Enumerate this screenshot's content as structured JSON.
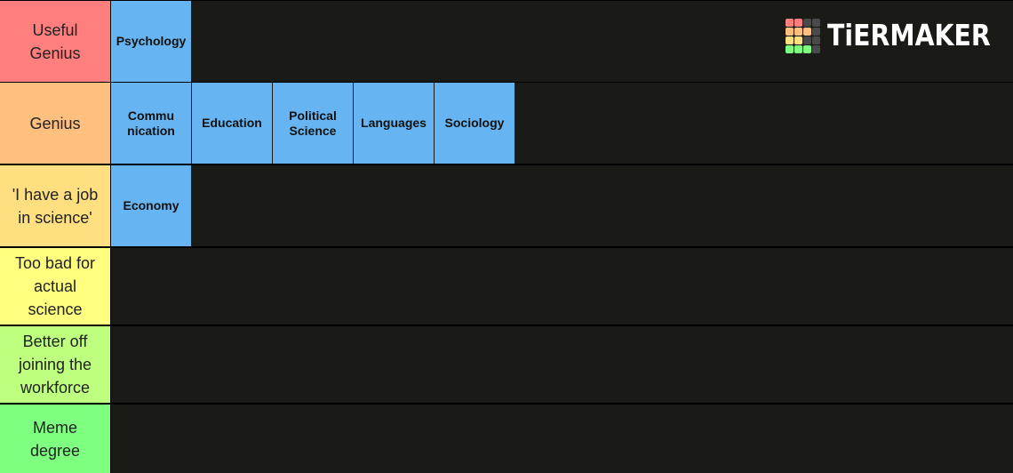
{
  "logo": {
    "text": "TiERMAKER",
    "grid_colors": [
      "#ff7f7f",
      "#ff7f7f",
      "#4a4a4a",
      "#4a4a4a",
      "#ffbf7f",
      "#ffbf7f",
      "#ffbf7f",
      "#4a4a4a",
      "#ffdf7f",
      "#ffdf7f",
      "#4a4a4a",
      "#4a4a4a",
      "#7fff7f",
      "#7fff7f",
      "#7fff7f",
      "#4a4a4a"
    ]
  },
  "tiers": [
    {
      "label": "Useful\nGenius",
      "color": "#ff7f7f",
      "items": [
        "Psychology"
      ]
    },
    {
      "label": "Genius",
      "color": "#ffbf7f",
      "items": [
        "Commu\nnication",
        "Education",
        "Political\nScience",
        "Languages",
        "Sociology"
      ]
    },
    {
      "label": "'I have a job\nin science'",
      "color": "#ffdf7f",
      "items": [
        "Economy"
      ]
    },
    {
      "label": "Too bad for\nactual\nscience",
      "color": "#ffff7f",
      "items": []
    },
    {
      "label": "Better off\njoining the\nworkforce",
      "color": "#bfff7f",
      "items": []
    },
    {
      "label": "Meme\ndegree",
      "color": "#7fff7f",
      "items": []
    }
  ],
  "item_color": "#66b5f2"
}
